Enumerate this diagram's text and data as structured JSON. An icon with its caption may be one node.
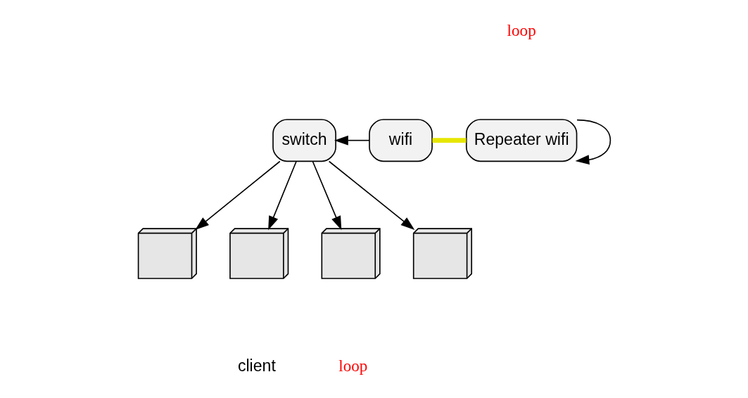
{
  "diagram": {
    "nodes": [
      {
        "text": [
          "switch"
        ]
      },
      {
        "text": [
          "wifi"
        ]
      },
      {
        "text": [
          "Repeater wifi"
        ]
      },
      {
        "text": [],
        "shape": "picture"
      },
      {
        "text": [],
        "shape": "picture"
      },
      {
        "text": [],
        "shape": "picture"
      },
      {
        "text": [],
        "shape": "picture"
      }
    ],
    "edges": [
      {
        "from": 0,
        "to": 3,
        "arrow": "to"
      },
      {
        "from": 0,
        "to": 4,
        "arrow": "to"
      },
      {
        "from": 0,
        "to": 5,
        "arrow": "to"
      },
      {
        "from": 0,
        "to": 6,
        "arrow": "to"
      },
      {
        "from": 1,
        "to": 0,
        "arrow": "to"
      },
      {
        "from": 1,
        "to": 2,
        "arrow": "none",
        "color": "#e6e600",
        "style": "thick"
      },
      {
        "from": 2,
        "to": 2,
        "arrow": "to"
      }
    ],
    "labels": [
      "loop",
      "client",
      "loop"
    ]
  }
}
